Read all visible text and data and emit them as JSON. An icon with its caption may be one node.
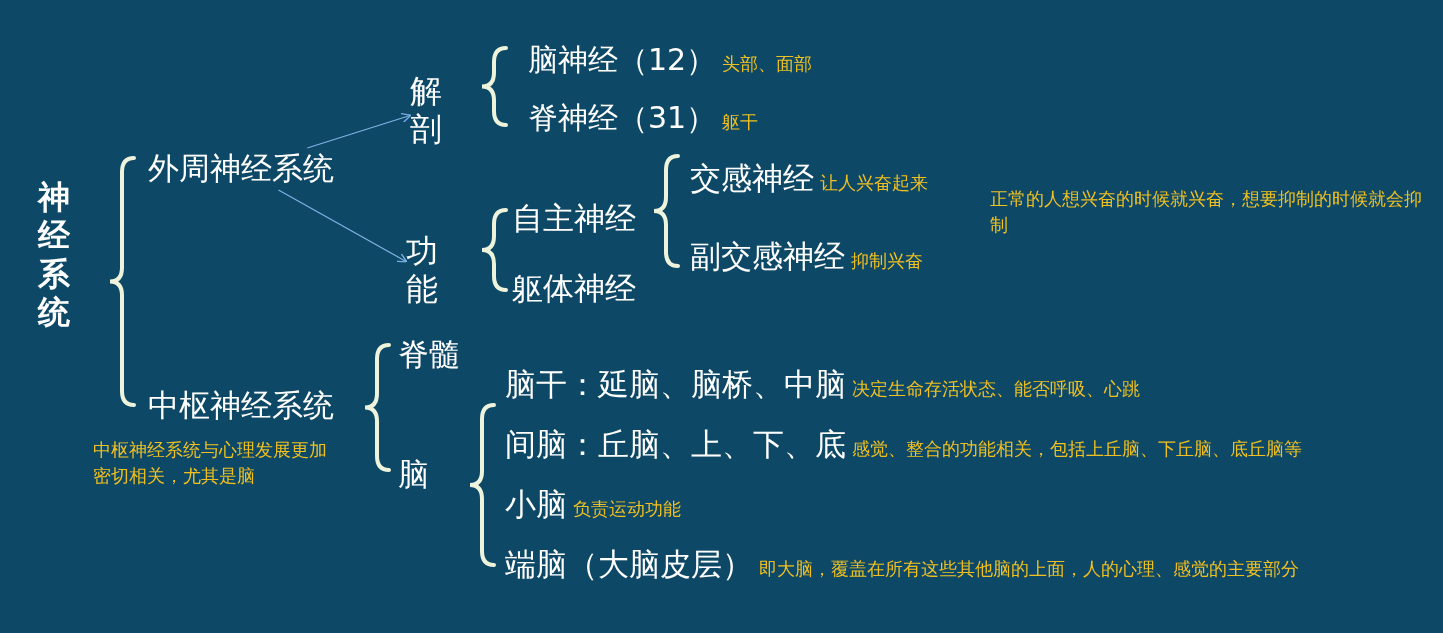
{
  "diagram": {
    "nodes": [
      {
        "text": [
          "神经系统"
        ]
      },
      {
        "text": [
          "外周神经系统"
        ]
      },
      {
        "text": [
          "解剖"
        ]
      },
      {
        "text": [
          "脑神经（12）"
        ],
        "beside": [
          "头部、面部"
        ]
      },
      {
        "text": [
          "脊神经（31）"
        ],
        "beside": [
          "躯干"
        ]
      },
      {
        "text": [
          "功能"
        ]
      },
      {
        "text": [
          "自主神经"
        ]
      },
      {
        "text": [
          "交感神经"
        ],
        "beside": [
          "让人兴奋起来"
        ]
      },
      {
        "text": [
          "副交感神经"
        ],
        "beside": [
          "抑制兴奋"
        ]
      },
      {
        "text": [
          "躯体神经"
        ]
      },
      {
        "text": [
          "中枢神经系统"
        ],
        "beside": [
          "中枢神经系统与心理发展更加密切相关，尤其是脑"
        ]
      },
      {
        "text": [
          "脊髓"
        ]
      },
      {
        "text": [
          "脑"
        ]
      },
      {
        "text": [
          "脑干：延脑、脑桥、中脑"
        ],
        "beside": [
          "决定生命存活状态、能否呼吸、心跳"
        ]
      },
      {
        "text": [
          "间脑：丘脑、上、下、底"
        ],
        "beside": [
          "感觉、整合的功能相关，包括上丘脑、下丘脑、底丘脑等"
        ]
      },
      {
        "text": [
          "小脑"
        ],
        "beside": [
          "负责运动功能"
        ]
      },
      {
        "text": [
          "端脑（大脑皮层）"
        ],
        "beside": [
          "即大脑，覆盖在所有这些其他脑的上面，人的心理、感觉的主要部分"
        ]
      }
    ],
    "edges": [
      {
        "from": 1,
        "to": 2,
        "arrow": "to"
      },
      {
        "from": 1,
        "to": 5,
        "arrow": "to"
      }
    ],
    "labels": [
      "正常的人想兴奋的时候就兴奋，想要抑制的时候就会抑制"
    ]
  }
}
